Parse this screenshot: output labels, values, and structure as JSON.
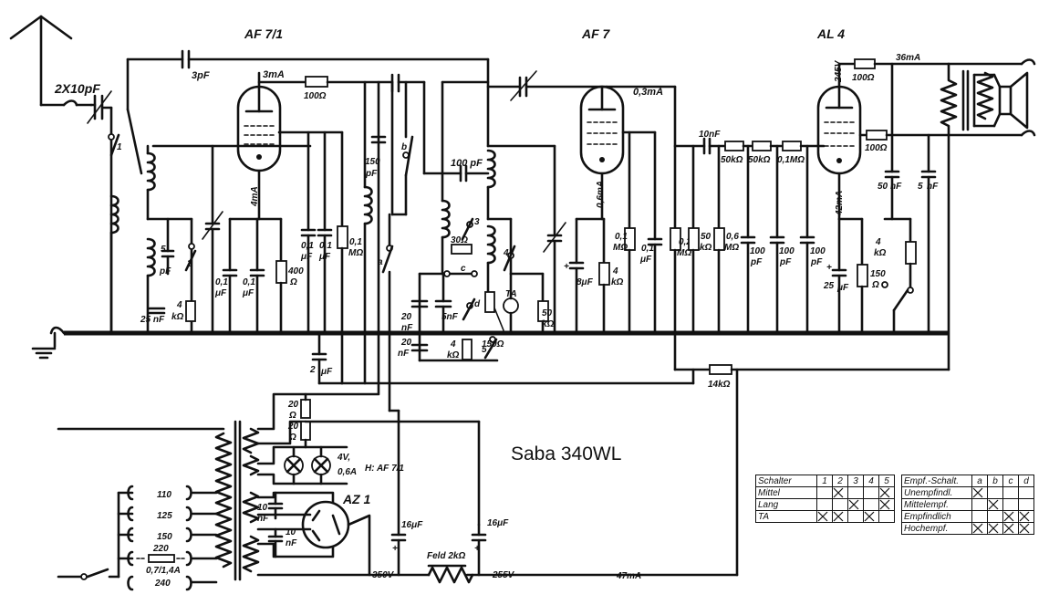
{
  "title": "Saba 340WL",
  "tubes": {
    "af71": "AF 7/1",
    "af7": "AF 7",
    "al4": "AL 4",
    "az1": "AZ 1"
  },
  "labels": {
    "antenna_cap": "2X10pF",
    "c3pf": "3pF",
    "i3ma": "3mA",
    "r100a": "100Ω",
    "i4ma": "4mA",
    "c150pf_top": "150",
    "c150pf_bot": "pF",
    "sw_b": "b",
    "sw_a": "a",
    "c100pf": "100 pF",
    "i03ma": "0,3mA",
    "i06ma": "0,6mA",
    "c10nf": "10nF",
    "r50k1": "50kΩ",
    "r50k2": "50kΩ",
    "r01m": "0,1MΩ",
    "al4_v": "245V",
    "r100b": "100Ω",
    "i36ma": "36mA",
    "r100c": "100Ω",
    "c50nf_a": "50",
    "c50nf_b": "nF",
    "c5nf_a": "5",
    "c5nf_b": "nF",
    "i42ma": "42mA",
    "sw1": "1",
    "sw2": "2",
    "c5pf_a": "5",
    "c5pf_b": "pF",
    "c25nf": "25 nF",
    "r4k_a": "4",
    "r4k_b": "kΩ",
    "c01uf_1a": "0,1",
    "c01uf_1b": "μF",
    "c01uf_2a": "0,1",
    "c01uf_2b": "μF",
    "r400a": "400",
    "r400b": "Ω",
    "c01uf_3a": "0,1",
    "c01uf_3b": "μF",
    "c01uf_4a": "0,1",
    "c01uf_4b": "μF",
    "r01m_2a": "0,1",
    "r01m_2b": "MΩ",
    "c2uf_a": "2",
    "c2uf_b": "μF",
    "r30": "30Ω",
    "sw3": "3",
    "sw_c": "c",
    "sw_d": "d",
    "sw4": "4",
    "sw5": "5",
    "c20nf_1a": "20",
    "c20nf_1b": "nF",
    "c20nf_2a": "20",
    "c20nf_2b": "nF",
    "c5nf": "5nF",
    "ta": "TA",
    "r4k_2a": "4",
    "r4k_2b": "kΩ",
    "r150": "150Ω",
    "r50a": "50",
    "r50b": "kΩ",
    "c8uf": "8μF",
    "r01m_3a": "0,1",
    "r01m_3b": "MΩ",
    "r4k_3a": "4",
    "r4k_3b": "kΩ",
    "c01uf_5a": "0,1",
    "c01uf_5b": "μF",
    "r02m_a": "0,2",
    "r02m_b": "MΩ",
    "r50k_v_a": "50",
    "r50k_v_b": "kΩ",
    "r06m_a": "0,6",
    "r06m_b": "MΩ",
    "c100pf_1a": "100",
    "c100pf_1b": "pF",
    "c100pf_2a": "100",
    "c100pf_2b": "pF",
    "c100pf_3a": "100",
    "c100pf_3b": "pF",
    "c25uf_a": "25",
    "c25uf_b": "μF",
    "r150_2a": "150",
    "r150_2b": "Ω",
    "r4k_4a": "4",
    "r4k_4b": "kΩ",
    "r14k": "14kΩ",
    "r20a_1": "20",
    "r20a_2": "Ω",
    "r20b_1": "20",
    "r20b_2": "Ω",
    "heater_v": "4V,",
    "heater_a": "0,6A",
    "heater_note": "H: AF 7/1",
    "c10nf_1a": "10",
    "c10nf_1b": "nF",
    "c10nf_2a": "10",
    "c10nf_2b": "nF",
    "c16uf_1": "16μF",
    "c16uf_2": "16μF",
    "feld": "Feld 2kΩ",
    "v350": "350V",
    "v255": "255V",
    "i47ma": "47mA",
    "tap110": "110",
    "tap125": "125",
    "tap150": "150",
    "tap220": "220",
    "fuse": "0,7/1,4A",
    "tap240": "240"
  },
  "switch_table": {
    "header": [
      "Schalter",
      "1",
      "2",
      "3",
      "4",
      "5"
    ],
    "rows": [
      {
        "label": "Mittel",
        "marks": [
          false,
          true,
          false,
          false,
          true
        ]
      },
      {
        "label": "Lang",
        "marks": [
          false,
          false,
          true,
          false,
          true
        ]
      },
      {
        "label": "TA",
        "marks": [
          true,
          true,
          false,
          true,
          false
        ]
      }
    ]
  },
  "receiver_table": {
    "header": [
      "Empf.-Schalt.",
      "a",
      "b",
      "c",
      "d"
    ],
    "rows": [
      {
        "label": "Unempfindl.",
        "marks": [
          true,
          false,
          false,
          false
        ]
      },
      {
        "label": "Mittelempf.",
        "marks": [
          false,
          true,
          false,
          false
        ]
      },
      {
        "label": "Empfindlich",
        "marks": [
          false,
          false,
          true,
          true
        ]
      },
      {
        "label": "Hochempf.",
        "marks": [
          true,
          true,
          true,
          true
        ]
      }
    ]
  }
}
